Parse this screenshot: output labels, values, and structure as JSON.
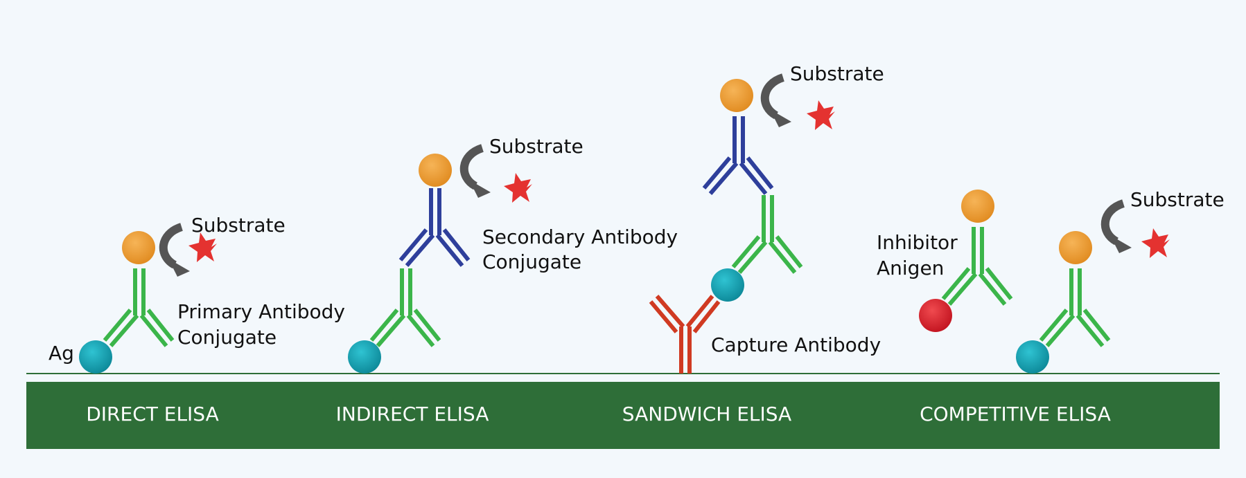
{
  "colors": {
    "background": "#f3f8fc",
    "base_bar": "#2e6e38",
    "base_line": "#2e6e38",
    "green_antibody": "#3bb54a",
    "blue_antibody": "#2e3f9b",
    "red_antibody": "#d03a22",
    "enzyme": "#e7972f",
    "antigen": "#14a0b2",
    "inhibitor_antigen": "#d6222e",
    "substrate_star": "#e43230",
    "arrow": "#555555"
  },
  "labels": {
    "substrate": "Substrate",
    "ag": "Ag",
    "primary_conjugate_line1": "Primary Antibody",
    "primary_conjugate_line2": "Conjugate",
    "secondary_conjugate_line1": "Secondary Antibody",
    "secondary_conjugate_line2": "Conjugate",
    "capture_antibody": "Capture Antibody",
    "inhibitor_line1": "Inhibitor",
    "inhibitor_line2": "Anigen"
  },
  "panels": [
    {
      "label": "DIRECT ELISA"
    },
    {
      "label": "INDIRECT ELISA"
    },
    {
      "label": "SANDWICH ELISA"
    },
    {
      "label": "COMPETITIVE ELISA"
    }
  ],
  "icons": [
    "antibody-icon",
    "enzyme-icon",
    "antigen-icon",
    "substrate-star-icon",
    "curved-arrow-icon"
  ]
}
